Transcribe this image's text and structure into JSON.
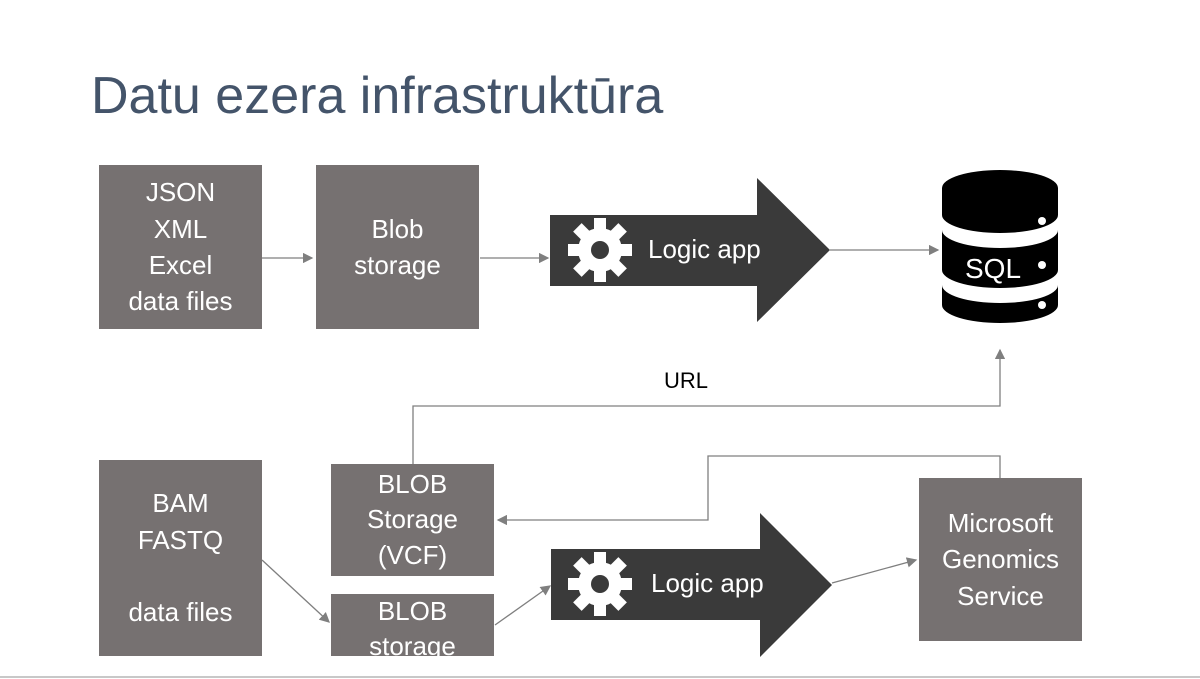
{
  "slide": {
    "title": "Datu ezera infrastruktūra"
  },
  "nodes": {
    "source_top": {
      "lines": [
        "JSON",
        "XML",
        "Excel",
        "data files"
      ]
    },
    "blob_top": {
      "lines": [
        "Blob",
        "storage"
      ]
    },
    "logic_top": {
      "label": "Logic app"
    },
    "sql": {
      "label": "SQL"
    },
    "source_bottom": {
      "lines": [
        "BAM",
        "FASTQ",
        "",
        "data files"
      ]
    },
    "blob_vcf": {
      "lines": [
        "BLOB",
        "Storage",
        "(VCF)"
      ]
    },
    "blob_bottom": {
      "lines": [
        "BLOB",
        "storage"
      ]
    },
    "logic_bottom": {
      "label": "Logic app"
    },
    "genomics": {
      "lines": [
        "Microsoft",
        "Genomics",
        "Service"
      ]
    }
  },
  "edges": {
    "url_label": "URL"
  },
  "icons": {
    "gear": "gear-icon",
    "database": "database-icon"
  },
  "colors": {
    "title": "#44546a",
    "box": "#767171",
    "arrow": "#3a3a3a",
    "connector": "#7f7f7f"
  }
}
